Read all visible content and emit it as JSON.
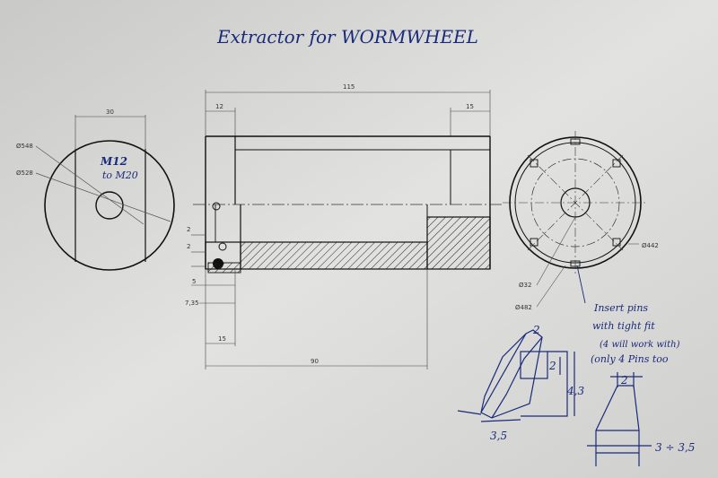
{
  "title": "Extractor for WORMWHEEL",
  "left_view": {
    "width_dim": "30",
    "dia_outer": "Ø548",
    "dia_inner": "Ø528",
    "thread_line1": "M12",
    "thread_line2": "to M20"
  },
  "section_view": {
    "dim_total": "115",
    "dim_left_flange": "12",
    "dim_right_step": "15",
    "dim_small_a": "2",
    "dim_small_b": "2",
    "dim_5": "5",
    "dim_7_35": "7,35",
    "dim_15_bottom": "15",
    "dim_90": "90"
  },
  "right_view": {
    "dia_442": "Ø442",
    "dia_32": "Ø32",
    "dia_482": "Ø482"
  },
  "notes": {
    "line1": "Insert pins",
    "line2": "with tight fit",
    "line3": "(4 will work with)",
    "line4": "(only 4 Pins too"
  },
  "detail_a": {
    "top": "2",
    "inner": "2",
    "height": "4,3",
    "bottom": "3,5"
  },
  "detail_b": {
    "top": "2",
    "side": "3 ÷ 3,5"
  }
}
